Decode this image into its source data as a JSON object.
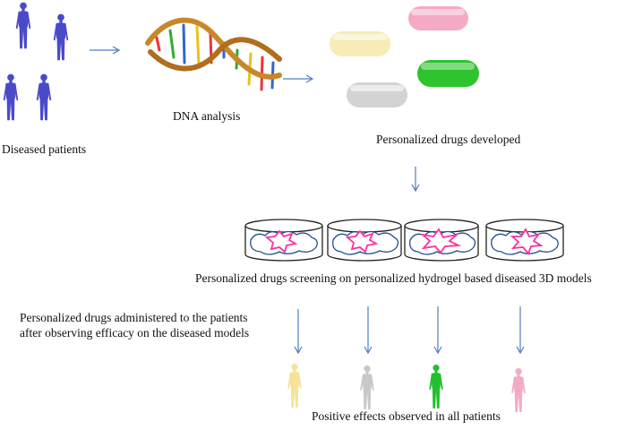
{
  "labels": {
    "patients": "Diseased patients",
    "dna": "DNA analysis",
    "drugs": "Personalized drugs developed",
    "screening": "Personalized drugs screening on personalized hydrogel based diseased 3D models",
    "administered_line1": "Personalized drugs administered to the patients",
    "administered_line2": "after observing efficacy on the diseased models",
    "positive": "Positive effects observed in all patients"
  },
  "colors": {
    "arrow": "#4f7fbf",
    "patient_figure": "#4a4ac9",
    "dna_backbone": "#c9872a",
    "pill_pink": "#f4a9c6",
    "pill_yellow": "#f5ecb6",
    "pill_green": "#2ec42e",
    "pill_gray": "#d3d3d3",
    "dish_outline": "#222222",
    "tissue_outline": "#1f4f8f",
    "lesion": "#ff2fa0",
    "outcome_yellow": "#f5e39a",
    "outcome_gray": "#c8c8c8",
    "outcome_green": "#22c02e",
    "outcome_pink": "#f3aac8"
  },
  "icons": [
    "person-icon",
    "dna-helix-icon",
    "capsule-icon",
    "petri-dish-icon",
    "arrow-icon"
  ]
}
